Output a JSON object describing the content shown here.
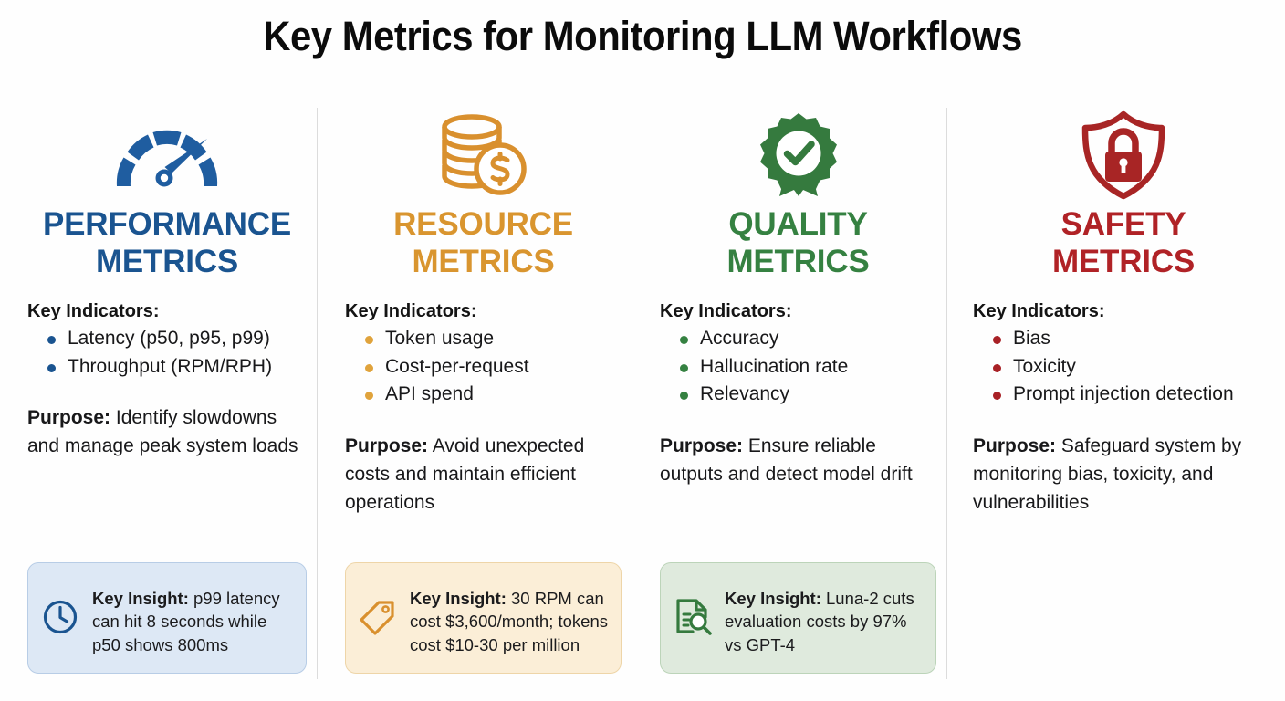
{
  "page": {
    "title": "Key Metrics for Monitoring LLM Workflows",
    "background": "#fefefe"
  },
  "labels": {
    "key_indicators": "Key Indicators:",
    "purpose_label": "Purpose:",
    "key_insight_label": "Key Insight:"
  },
  "columns": [
    {
      "id": "performance",
      "icon": "speedometer-gauge-icon",
      "accent": "#1a5490",
      "heading_line1": "PERFORMANCE",
      "heading_line2": "METRICS",
      "indicators": [
        "Latency (p50, p95, p99)",
        "Throughput (RPM/RPH)"
      ],
      "purpose_text": "Identify slowdowns and manage peak system loads",
      "insight": {
        "icon": "clock-icon",
        "text": "p99 latency can hit 8 seconds while p50 shows 800ms",
        "background": "#dde8f5",
        "border": "#b8cde6"
      }
    },
    {
      "id": "resource",
      "icon": "coin-stack-dollar-icon",
      "accent": "#d9952f",
      "heading_line1": "RESOURCE",
      "heading_line2": "METRICS",
      "indicators": [
        "Token usage",
        "Cost-per-request",
        "API spend"
      ],
      "purpose_text": "Avoid unexpected costs and maintain efficient operations",
      "insight": {
        "icon": "price-tag-icon",
        "text": "30 RPM can cost $3,600/month; tokens cost $10-30 per million",
        "background": "#fbeed7",
        "border": "#eed5a8"
      }
    },
    {
      "id": "quality",
      "icon": "award-ribbon-check-icon",
      "accent": "#358141",
      "heading_line1": "QUALITY",
      "heading_line2": "METRICS",
      "indicators": [
        "Accuracy",
        "Hallucination rate",
        "Relevancy"
      ],
      "purpose_text": "Ensure reliable outputs and detect model drift",
      "insight": {
        "icon": "document-search-icon",
        "text": "Luna-2 cuts evaluation costs by 97% vs GPT-4",
        "background": "#dfeadd",
        "border": "#bcd4b9"
      }
    },
    {
      "id": "safety",
      "icon": "shield-lock-icon",
      "accent": "#b02226",
      "heading_line1": "SAFETY",
      "heading_line2": "METRICS",
      "indicators": [
        "Bias",
        "Toxicity",
        "Prompt injection detection"
      ],
      "purpose_text": "Safeguard system by monitoring bias, toxicity, and vulnerabilities",
      "insight": null
    }
  ]
}
